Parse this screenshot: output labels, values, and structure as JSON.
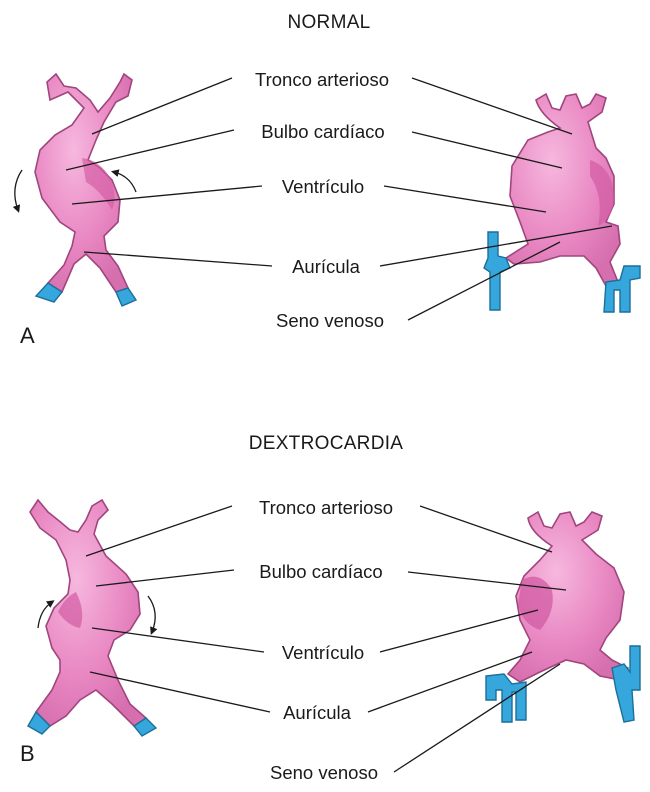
{
  "panels": [
    {
      "title": "NORMAL",
      "letter": "A",
      "labels": {
        "tronco": "Tronco arterioso",
        "bulbo": "Bulbo cardíaco",
        "ventriculo": "Ventrículo",
        "auricula": "Aurícula",
        "seno": "Seno venoso"
      }
    },
    {
      "title": "DEXTROCARDIA",
      "letter": "B",
      "labels": {
        "tronco": "Tronco arterioso",
        "bulbo": "Bulbo cardíaco",
        "ventriculo": "Ventrículo",
        "auricula": "Aurícula",
        "seno": "Seno venoso"
      }
    }
  ],
  "colors": {
    "tissue": "#e988c3",
    "tissue_shadow": "#d25ba3",
    "tissue_outline": "#a0457d",
    "vessel": "#35a7dc",
    "vessel_outline": "#1c6f99",
    "ink": "#1a1a1a"
  }
}
